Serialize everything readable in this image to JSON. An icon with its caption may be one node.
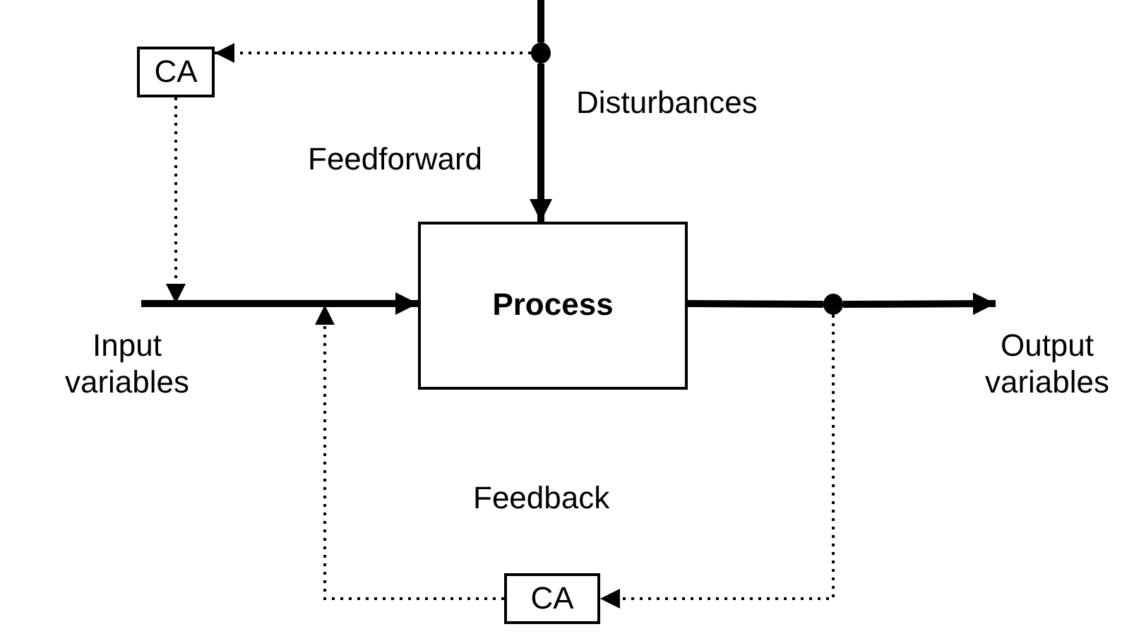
{
  "diagram": {
    "nodes": [
      {
        "text": [
          "CA"
        ]
      },
      {
        "text": [],
        "shape": "circle"
      },
      {
        "text": [
          "Input variables"
        ]
      },
      {
        "text": [
          "Process"
        ]
      },
      {
        "text": [],
        "shape": "circle"
      },
      {
        "text": [
          "Output variables"
        ]
      },
      {
        "text": [
          "CA"
        ]
      }
    ],
    "edges": [
      {
        "from": null,
        "to": 1,
        "arrow": "none"
      },
      {
        "from": 1,
        "to": 3,
        "arrow": "to"
      },
      {
        "from": 1,
        "to": 0,
        "arrow": "to",
        "style": "dashed"
      },
      {
        "from": 0,
        "to": 2,
        "arrow": "to",
        "style": "dashed"
      },
      {
        "from": 2,
        "to": 3,
        "arrow": "to"
      },
      {
        "from": 3,
        "to": 4,
        "arrow": "none"
      },
      {
        "from": 4,
        "to": 5,
        "arrow": "to"
      },
      {
        "from": 4,
        "to": 6,
        "arrow": "to",
        "style": "dashed"
      },
      {
        "from": 6,
        "to": null,
        "arrow": "to",
        "style": "dashed"
      }
    ],
    "labels": [
      "Disturbances",
      "Feedforward",
      "Feedback"
    ]
  }
}
